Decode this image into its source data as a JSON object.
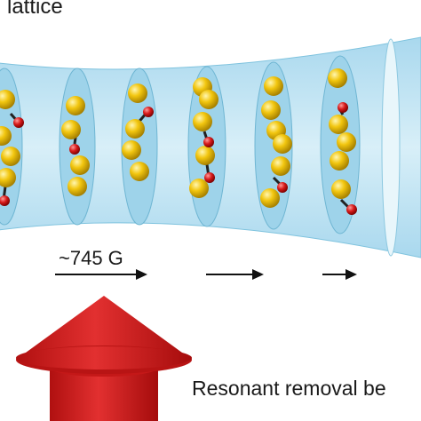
{
  "title": "l lattice",
  "field": "~745 G",
  "removal": "Resonant removal be",
  "colors": {
    "tube": "#bfe3f2",
    "tube_edge": "#7fc3de",
    "disk": "#9ed3ea",
    "atom": "#f2c60f",
    "atom_dark": "#b58e00",
    "dimer_red": "#d71a1a",
    "arrow_red": "#d42020"
  },
  "icons": [
    "right-arrow-icon",
    "up-arrow-icon"
  ]
}
